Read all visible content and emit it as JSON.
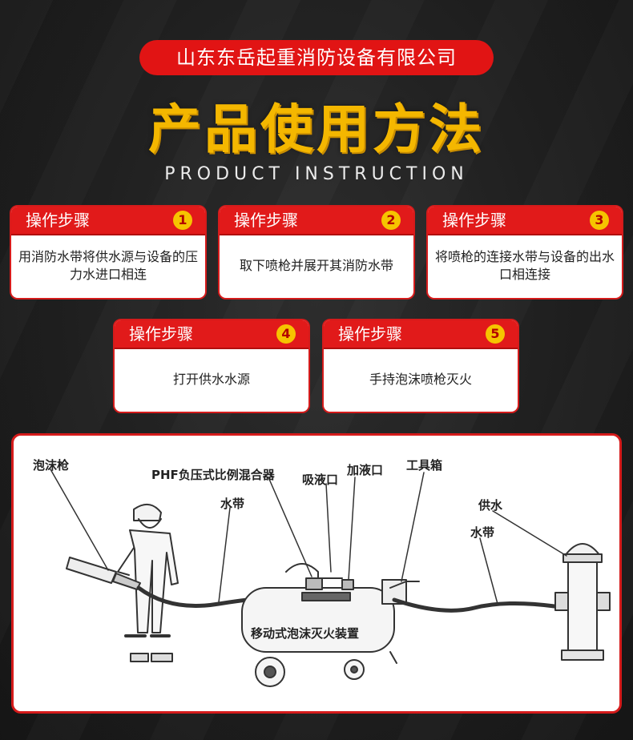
{
  "company": "山东东岳起重消防设备有限公司",
  "title": "产品使用方法",
  "subtitle": "PRODUCT INSTRUCTION",
  "steps": [
    {
      "label": "操作步骤",
      "number": "1",
      "text": "用消防水带将供水源与设备的压力水进口相连"
    },
    {
      "label": "操作步骤",
      "number": "2",
      "text": "取下喷枪并展开其消防水带"
    },
    {
      "label": "操作步骤",
      "number": "3",
      "text": "将喷枪的连接水带与设备的出水口相连接"
    },
    {
      "label": "操作步骤",
      "number": "4",
      "text": "打开供水水源"
    },
    {
      "label": "操作步骤",
      "number": "5",
      "text": "手持泡沫喷枪灭火"
    }
  ],
  "diagram": {
    "foam_gun": "泡沫枪",
    "mixer": "PHF负压式比例混合器",
    "suction_port": "吸液口",
    "fill_port": "加液口",
    "toolbox": "工具箱",
    "hose_left": "水带",
    "water_supply": "供水",
    "hose_right": "水带",
    "device_name": "移动式泡沫灭火装置"
  },
  "colors": {
    "accent_red": "#e11a1a",
    "title_gold": "#f4b700",
    "badge_yellow": "#f6c400"
  }
}
